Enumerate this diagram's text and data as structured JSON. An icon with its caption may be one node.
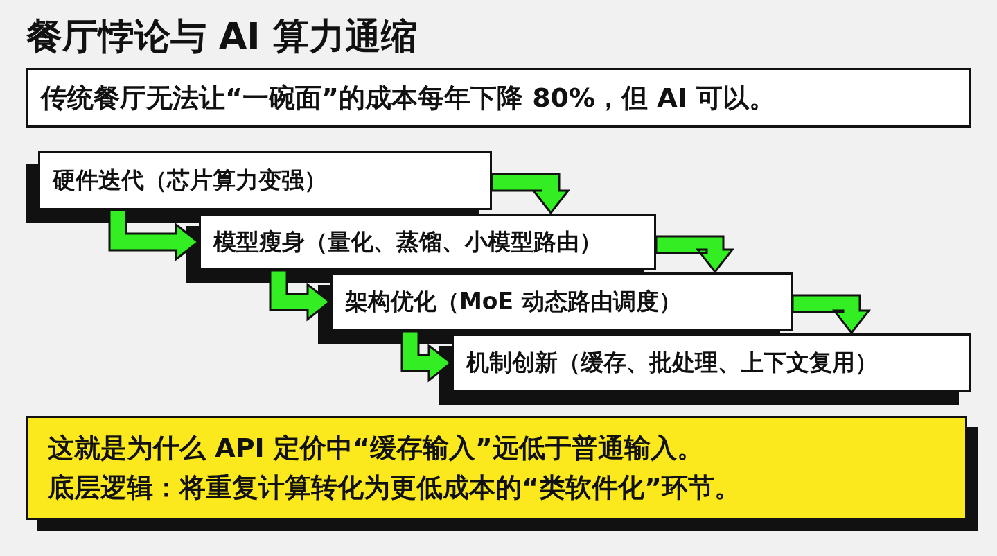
{
  "diagram": {
    "title": "餐厅悖论与 AI 算力通缩",
    "nodes": [
      {
        "text": [
          "传统餐厅无法让“一碗面”的成本每年下降 80%，但 AI 可以。"
        ]
      },
      {
        "text": [
          "硬件迭代（芯片算力变强）"
        ]
      },
      {
        "text": [
          "模型瘦身（量化、蒸馏、小模型路由）"
        ]
      },
      {
        "text": [
          "架构优化（MoE 动态路由调度）"
        ]
      },
      {
        "text": [
          "机制创新（缓存、批处理、上下文复用）"
        ]
      },
      {
        "text": [
          "这就是为什么 API 定价中“缓存输入”远低于普通输入。",
          "底层逻辑：将重复计算转化为更低成本的“类软件化”环节。"
        ]
      }
    ],
    "edges": [
      {
        "from": 1,
        "to": 2,
        "arrow": "to"
      },
      {
        "from": 1,
        "to": 2,
        "arrow": "to"
      },
      {
        "from": 2,
        "to": 3,
        "arrow": "to"
      },
      {
        "from": 2,
        "to": 3,
        "arrow": "to"
      },
      {
        "from": 3,
        "to": 4,
        "arrow": "to"
      },
      {
        "from": 3,
        "to": 4,
        "arrow": "to"
      }
    ]
  }
}
